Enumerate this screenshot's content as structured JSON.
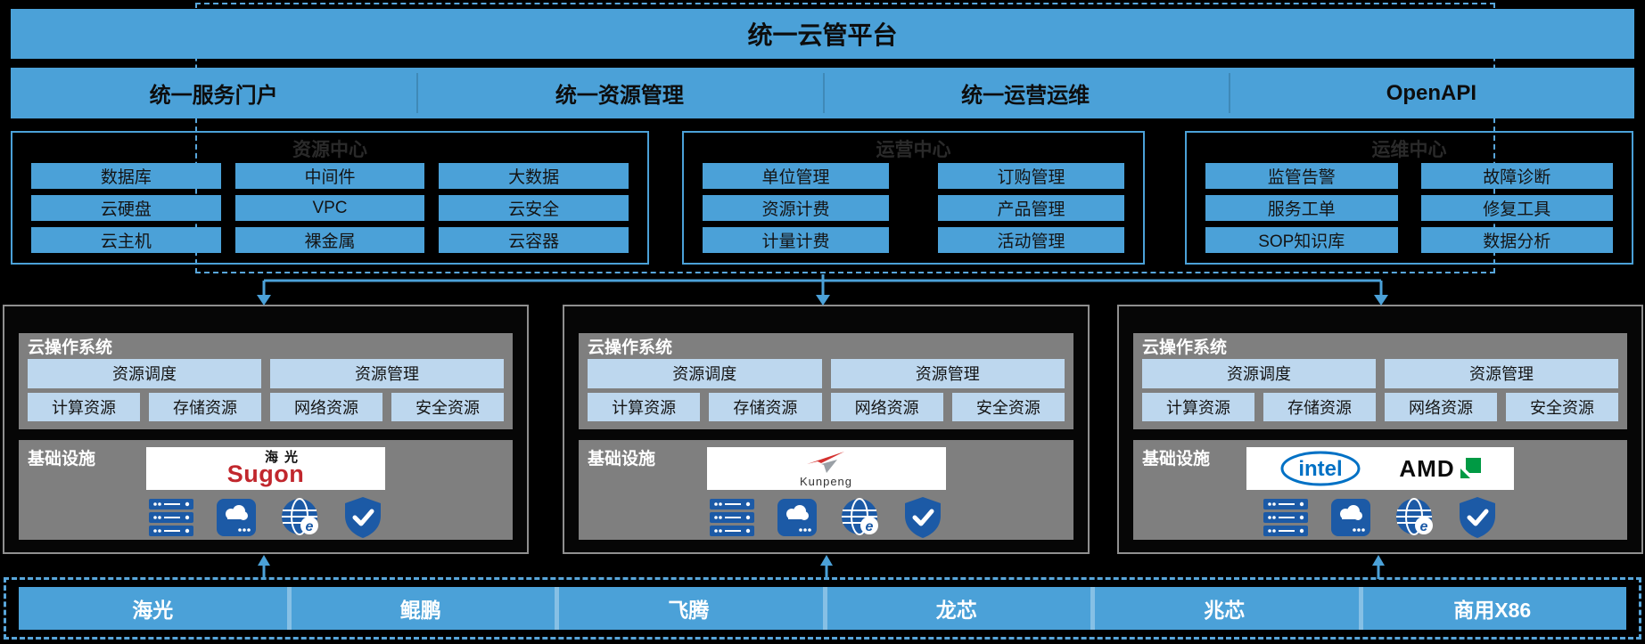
{
  "top_bar": {
    "title": "统一云管平台"
  },
  "tab_bar": {
    "tabs": [
      "统一服务门户",
      "统一资源管理",
      "统一运营运维",
      "OpenAPI"
    ]
  },
  "centers": [
    {
      "title": "资源中心",
      "items": [
        "数据库",
        "中间件",
        "大数据",
        "云硬盘",
        "VPC",
        "云安全",
        "云主机",
        "裸金属",
        "云容器"
      ]
    },
    {
      "title": "运营中心",
      "items": [
        "单位管理",
        "订购管理",
        "资源计费",
        "产品管理",
        "计量计费",
        "活动管理"
      ]
    },
    {
      "title": "运维中心",
      "items": [
        "监管告警",
        "故障诊断",
        "服务工单",
        "修复工具",
        "SOP知识库",
        "数据分析"
      ]
    }
  ],
  "platform": {
    "os_label": "云操作系统",
    "scheduling_header": "资源调度",
    "management_header": "资源管理",
    "resources": [
      "计算资源",
      "存储资源",
      "网络资源",
      "安全资源"
    ],
    "infra_label": "基础设施"
  },
  "vendors": {
    "sugon": {
      "cn": "海光",
      "en": "Sugon"
    },
    "kunpeng": {
      "en": "Kunpeng"
    },
    "intel": {
      "en": "intel"
    },
    "amd": {
      "en": "AMD"
    }
  },
  "infra_icons": [
    "server-rack-icon",
    "cloud-storage-icon",
    "globe-internet-icon",
    "shield-check-icon"
  ],
  "chip_bar": {
    "chips": [
      "海光",
      "鲲鹏",
      "飞腾",
      "龙芯",
      "兆芯",
      "商用X86"
    ]
  },
  "colors": {
    "bar_blue": "#4BA1D8",
    "light_blue": "#BDD7EE",
    "section_gray": "#7F7F7F",
    "icon_blue": "#1C5AA6",
    "sugon_red": "#C1272D",
    "intel_blue": "#0071C5",
    "amd_green": "#009A44"
  }
}
